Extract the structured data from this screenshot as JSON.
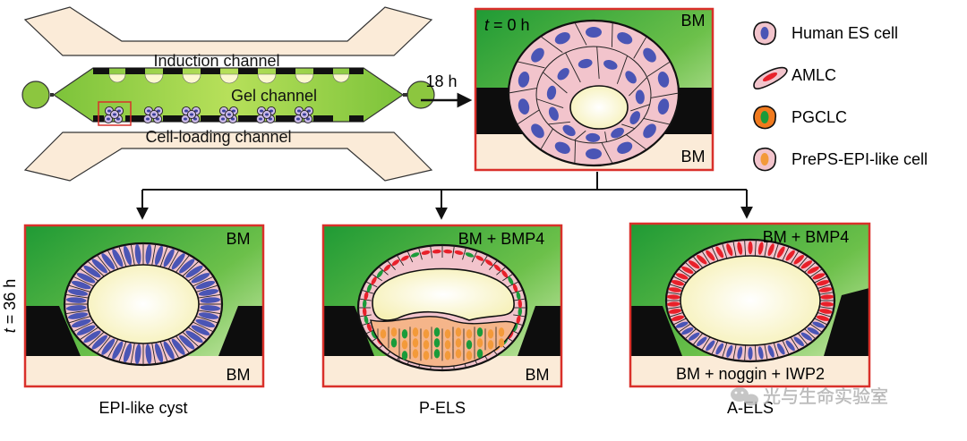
{
  "device": {
    "induction_channel": "Induction channel",
    "gel_channel": "Gel channel",
    "cell_loading_channel": "Cell-loading channel"
  },
  "arrow_label": "18 h",
  "top_panel": {
    "time_t": "t",
    "time_rest": " = 0 h",
    "top_label": "BM",
    "bottom_label": "BM"
  },
  "legend": {
    "items": [
      {
        "label": "Human ES cell",
        "fill": "#f2c4cc",
        "nucleus": "#4a55b5",
        "icon": "es-cell-icon"
      },
      {
        "label": "AMLC",
        "fill": "#f2c4cc",
        "nucleus": "#e8202a",
        "icon": "amlc-icon"
      },
      {
        "label": "PGCLC",
        "fill": "#f07a1e",
        "nucleus": "#1a9b3a",
        "icon": "pgclc-icon"
      },
      {
        "label": "PrePS-EPI-like cell",
        "fill": "#f2c4cc",
        "nucleus": "#f39a3a",
        "icon": "preps-epi-icon"
      }
    ]
  },
  "side_time": {
    "t": "t",
    "rest": " = 36 h"
  },
  "panels": [
    {
      "top": "BM",
      "bottom": "BM",
      "caption": "EPI-like cyst"
    },
    {
      "top": "BM + BMP4",
      "bottom": "BM",
      "caption": "P-ELS"
    },
    {
      "top": "BM + BMP4",
      "bottom": "BM + noggin + IWP2",
      "caption": "A-ELS"
    }
  ],
  "watermark": "光与生命实验室",
  "colors": {
    "green_dark": "#22a23a",
    "green_light": "#d9efb5",
    "beige": "#fbebd8",
    "frame_red": "#d9302a",
    "cell_pink": "#f2c4cc",
    "nucleus_blue": "#4a55b5",
    "lumen": "#fbf8cf"
  }
}
